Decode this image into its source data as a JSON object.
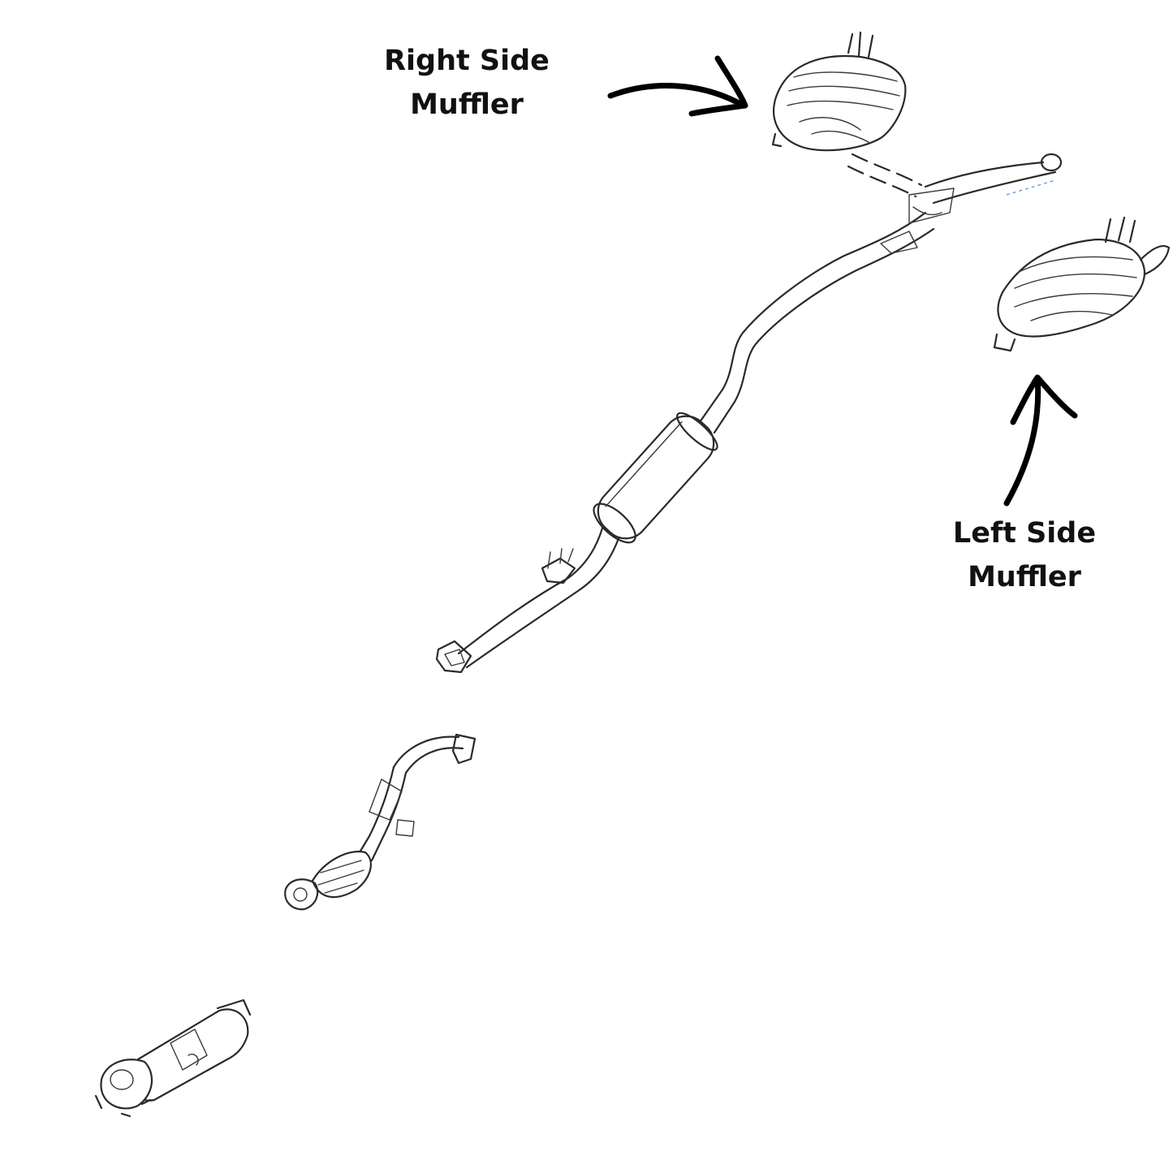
{
  "labels": {
    "right_muffler": {
      "line1": "Right Side",
      "line2": "Muffler"
    },
    "left_muffler": {
      "line1": "Left Side",
      "line2": "Muffler"
    }
  },
  "colors": {
    "ink": "#2a2a2a",
    "arrow": "#000000",
    "background": "#ffffff"
  }
}
